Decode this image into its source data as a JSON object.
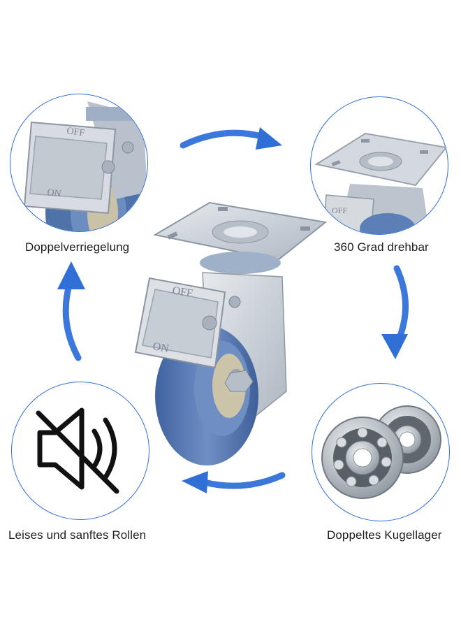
{
  "features": [
    {
      "label": "Doppelverriegelung",
      "icon": "brake-lock-icon"
    },
    {
      "label": "360 Grad drehbar",
      "icon": "swivel-plate-icon"
    },
    {
      "label": "Doppeltes Kugellager",
      "icon": "ball-bearing-icon"
    },
    {
      "label": "Leises und sanftes Rollen",
      "icon": "muted-speaker-icon"
    }
  ],
  "product": {
    "brake_off_label": "OFF",
    "brake_on_label": "ON"
  },
  "colors": {
    "accent_blue": "#2f6fd6",
    "wheel_blue": "#5b7fb6",
    "metal": "#c9ced6"
  }
}
